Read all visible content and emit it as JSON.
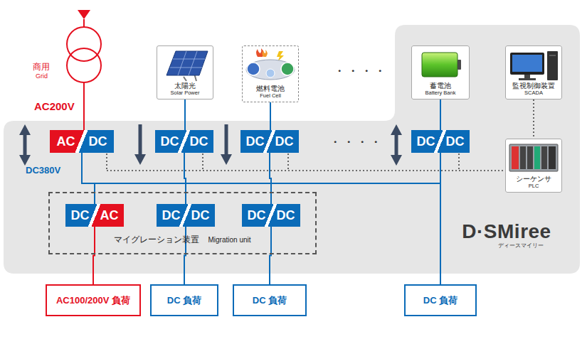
{
  "diagram": {
    "nodes": [
      {
        "text": [
          "D·SMiree",
          "ディースマイリー"
        ]
      },
      {
        "text": [
          "太陽光",
          "Solar Power"
        ]
      },
      {
        "text": [
          "燃料電池",
          "Fuel Cell"
        ]
      },
      {
        "text": [
          "蓄電池",
          "Battery Bank"
        ],
        "in": 0
      },
      {
        "text": [
          "監視制御装置",
          "SCADA"
        ],
        "in": 0
      },
      {
        "text": [
          "AC",
          "DC"
        ],
        "in": 0
      },
      {
        "text": [
          "DC",
          "DC"
        ],
        "in": 0
      },
      {
        "text": [
          "DC",
          "DC"
        ],
        "in": 0
      },
      {
        "text": [
          "DC",
          "DC"
        ],
        "in": 0
      },
      {
        "text": [
          "シーケンサ",
          "PLC"
        ],
        "in": 0
      },
      {
        "text": [
          "マイグレーション装置",
          "Migration unit"
        ],
        "in": 0
      },
      {
        "text": [
          "DC",
          "AC"
        ],
        "in": 10
      },
      {
        "text": [
          "DC",
          "DC"
        ],
        "in": 10
      },
      {
        "text": [
          "DC",
          "DC"
        ],
        "in": 10
      },
      {
        "text": [
          "AC100/200V 負荷"
        ]
      },
      {
        "text": [
          "DC 負荷"
        ]
      },
      {
        "text": [
          "DC 負荷"
        ]
      },
      {
        "text": [
          "DC 負荷"
        ]
      }
    ],
    "edges": [
      {
        "from": 1,
        "to": 6,
        "arrow": "none"
      },
      {
        "from": 2,
        "to": 7,
        "arrow": "none"
      },
      {
        "from": 3,
        "to": 8,
        "arrow": "none"
      },
      {
        "from": 4,
        "to": 9,
        "arrow": "none"
      },
      {
        "from": 5,
        "to": 11,
        "arrow": "none"
      },
      {
        "from": 6,
        "to": 12,
        "arrow": "none"
      },
      {
        "from": 7,
        "to": 13,
        "arrow": "none"
      },
      {
        "from": 8,
        "to": 17,
        "arrow": "none"
      },
      {
        "from": 11,
        "to": 14,
        "arrow": "none"
      },
      {
        "from": 12,
        "to": 15,
        "arrow": "none"
      },
      {
        "from": 13,
        "to": 16,
        "arrow": "none"
      }
    ],
    "labels": [
      "商用",
      "Grid",
      "AC200V",
      "DC380V",
      "・・・・",
      "・・・・"
    ]
  }
}
